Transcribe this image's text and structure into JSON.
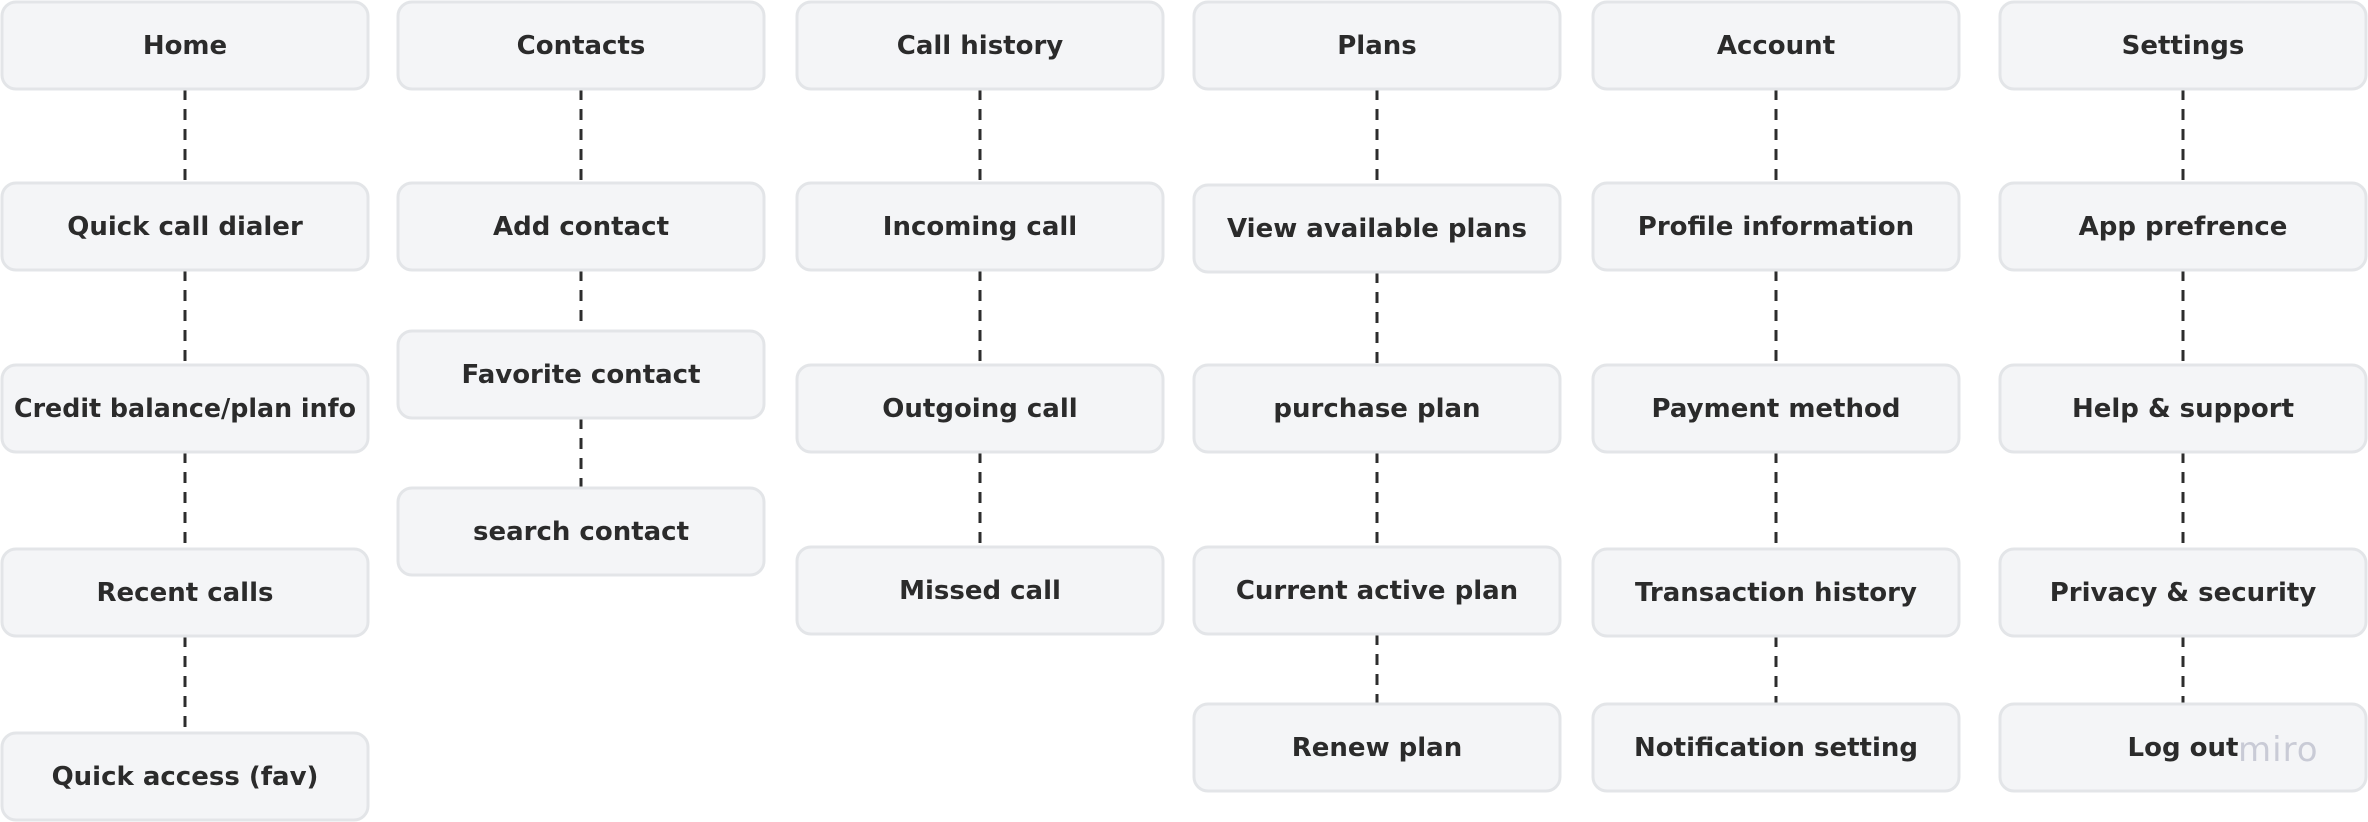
{
  "colors": {
    "node_fill": "#f4f5f7",
    "node_border": "#e3e5e8",
    "text": "#2b2b2b",
    "connector": "#2d2d2d",
    "watermark": "#c9cbd6"
  },
  "columns": [
    {
      "id": "home",
      "nodes": [
        "Home",
        "Quick call dialer",
        "Credit balance/plan info",
        "Recent calls",
        "Quick access (fav)"
      ]
    },
    {
      "id": "contacts",
      "nodes": [
        "Contacts",
        "Add contact",
        "Favorite contact",
        "search contact"
      ]
    },
    {
      "id": "call-history",
      "nodes": [
        "Call history",
        "Incoming call",
        "Outgoing call",
        "Missed call"
      ]
    },
    {
      "id": "plans",
      "nodes": [
        "Plans",
        "View available plans",
        "purchase plan",
        "Current active plan",
        "Renew plan"
      ]
    },
    {
      "id": "account",
      "nodes": [
        "Account",
        "Profile information",
        "Payment method",
        "Transaction history",
        "Notification setting"
      ]
    },
    {
      "id": "settings",
      "nodes": [
        "Settings",
        "App prefrence",
        "Help & support",
        "Privacy & security",
        "Log out"
      ]
    }
  ],
  "watermark": "miro"
}
